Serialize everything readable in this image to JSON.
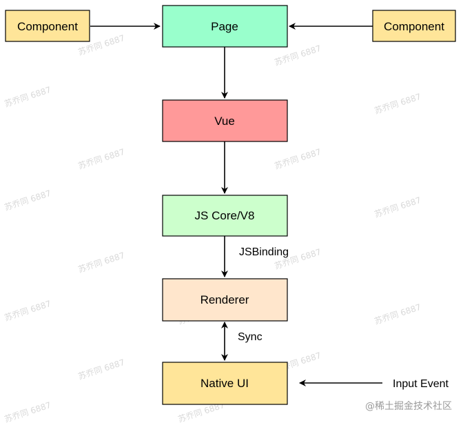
{
  "nodes": {
    "page": {
      "label": "Page",
      "fill": "#99ffcc"
    },
    "component_left": {
      "label": "Component",
      "fill": "#ffe599"
    },
    "component_right": {
      "label": "Component",
      "fill": "#ffe599"
    },
    "vue": {
      "label": "Vue",
      "fill": "#ff9999"
    },
    "jscore": {
      "label": "JS Core/V8",
      "fill": "#ccffcc"
    },
    "renderer": {
      "label": "Renderer",
      "fill": "#ffe6cc"
    },
    "native_ui": {
      "label": "Native UI",
      "fill": "#ffe599"
    }
  },
  "edges": {
    "jscore_renderer": {
      "label": "JSBinding"
    },
    "renderer_native": {
      "label": "Sync"
    }
  },
  "input_event": {
    "label": "Input Event"
  },
  "watermark": {
    "text": "苏乔同 6887"
  },
  "credit": {
    "text": "@稀土掘金技术社区"
  }
}
